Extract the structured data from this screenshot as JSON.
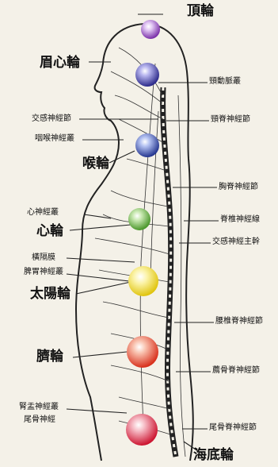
{
  "chakras": [
    {
      "name": "頂輪",
      "color": "#8a3fb8"
    },
    {
      "name": "眉心輪",
      "color": "#3e3c9a"
    },
    {
      "name": "喉輪",
      "color": "#2f3f9c"
    },
    {
      "name": "心輪",
      "color": "#5fa43a"
    },
    {
      "name": "太陽輪",
      "color": "#e9d21c"
    },
    {
      "name": "臍輪",
      "color": "#e03a2a"
    },
    {
      "name": "海底輪",
      "color": "#d8223a"
    }
  ],
  "nerves": {
    "carotid_plexus": "頸動脈叢",
    "sympathetic_ganglion_left": "交感神經節",
    "cervical_ganglion": "頸脊神經節",
    "pharyngeal_plexus": "咽喉神經叢",
    "thoracic_ganglion": "胸脊神經節",
    "cardiac_plexus": "心神經叢",
    "spinal_nerve_line": "脊椎神經線",
    "sympathetic_trunk": "交感神經主幹",
    "diaphragm": "橫隔膜",
    "splenic_gastric_plexus": "脾胃神經叢",
    "lumbar_ganglion": "腰椎脊神經節",
    "sacral_ganglion": "薦骨脊神經節",
    "pelvic_plexus": "腎盂神經叢",
    "coccygeal_nerve": "尾骨神經",
    "coccygeal_ganglion": "尾骨脊神經節"
  }
}
